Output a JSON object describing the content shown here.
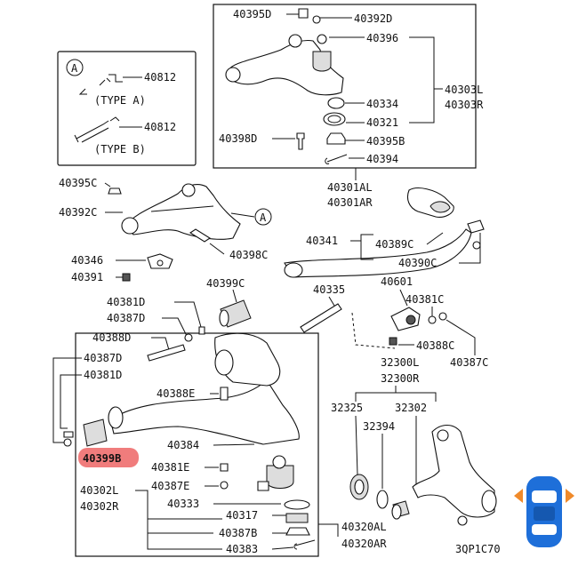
{
  "diagram": {
    "code": "3QP1C70",
    "highlight_color": "#f07c7c",
    "highlight_part": "40399B",
    "car_icon_color": "#1e6fd9",
    "car_arrow_color": "#f08a2a",
    "callout_letter": "A",
    "type_labels": {
      "type_a": "(TYPE A)",
      "type_b": "(TYPE B)"
    },
    "labels": {
      "p40395D": "40395D",
      "p40392D": "40392D",
      "p40396": "40396",
      "p40303L": "40303L",
      "p40303R": "40303R",
      "p40334": "40334",
      "p40321": "40321",
      "p40398D": "40398D",
      "p40395B": "40395B",
      "p40394": "40394",
      "p40301AL": "40301AL",
      "p40301AR": "40301AR",
      "p40812a": "40812",
      "p40812b": "40812",
      "p40395C": "40395C",
      "p40392C": "40392C",
      "p40398C": "40398C",
      "p40341": "40341",
      "p40389C": "40389C",
      "p40390C": "40390C",
      "p40346": "40346",
      "p40391": "40391",
      "p40381D": "40381D",
      "p40387D_a": "40387D",
      "p40388D": "40388D",
      "p40387D_b": "40387D",
      "p40381D_b": "40381D",
      "p40399C": "40399C",
      "p40335": "40335",
      "p40601": "40601",
      "p40381C": "40381C",
      "p40388C": "40388C",
      "p40387C": "40387C",
      "p40388E": "40388E",
      "p40384": "40384",
      "p40381E": "40381E",
      "p40387E": "40387E",
      "p40302L": "40302L",
      "p40302R": "40302R",
      "p40333": "40333",
      "p40317": "40317",
      "p40387B": "40387B",
      "p40383": "40383",
      "p40320AL": "40320AL",
      "p40320AR": "40320AR",
      "p32300L": "32300L",
      "p32300R": "32300R",
      "p32325": "32325",
      "p32302": "32302",
      "p32394": "32394"
    }
  }
}
